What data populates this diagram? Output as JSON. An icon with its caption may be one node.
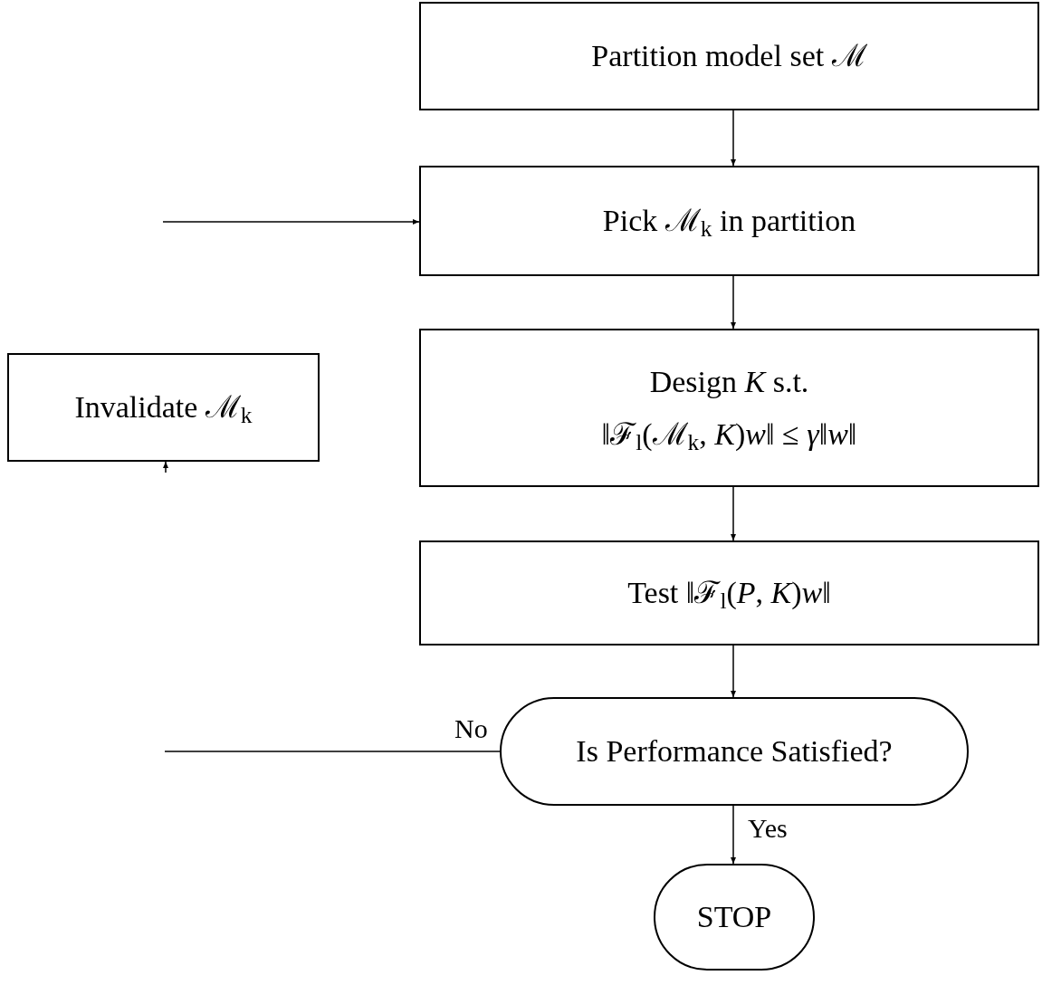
{
  "diagram": {
    "nodes": [
      {
        "text": [
          "Partition model set ℳ"
        ]
      },
      {
        "text": [
          "Pick ℳ$_{k}$ in partition"
        ]
      },
      {
        "text": [
          "Design *K* s.t.",
          "‖ℱ$_{l}$(ℳ$_{k}$, *K*)*w*‖ ≤ *γ*‖*w*‖"
        ]
      },
      {
        "text": [
          "Test ‖ℱ$_{l}$(*P*, *K*)*w*‖"
        ]
      },
      {
        "text": [
          "Is Performance Satisfied?"
        ]
      },
      {
        "text": [
          "STOP"
        ]
      },
      {
        "text": [
          "Invalidate ℳ$_{k}$"
        ]
      }
    ],
    "edges": [
      {
        "from": 0,
        "to": 1,
        "arrow": "to"
      },
      {
        "from": null,
        "to": 1,
        "arrow": "to"
      },
      {
        "from": 1,
        "to": 2,
        "arrow": "to"
      },
      {
        "from": 2,
        "to": 3,
        "arrow": "to"
      },
      {
        "from": 3,
        "to": 4,
        "arrow": "to"
      },
      {
        "from": 4,
        "to": 5,
        "arrow": "to",
        "label": "Yes"
      },
      {
        "from": 4,
        "to": null,
        "arrow": "none",
        "label": "No"
      },
      {
        "from": null,
        "to": 6,
        "arrow": "to"
      }
    ]
  }
}
